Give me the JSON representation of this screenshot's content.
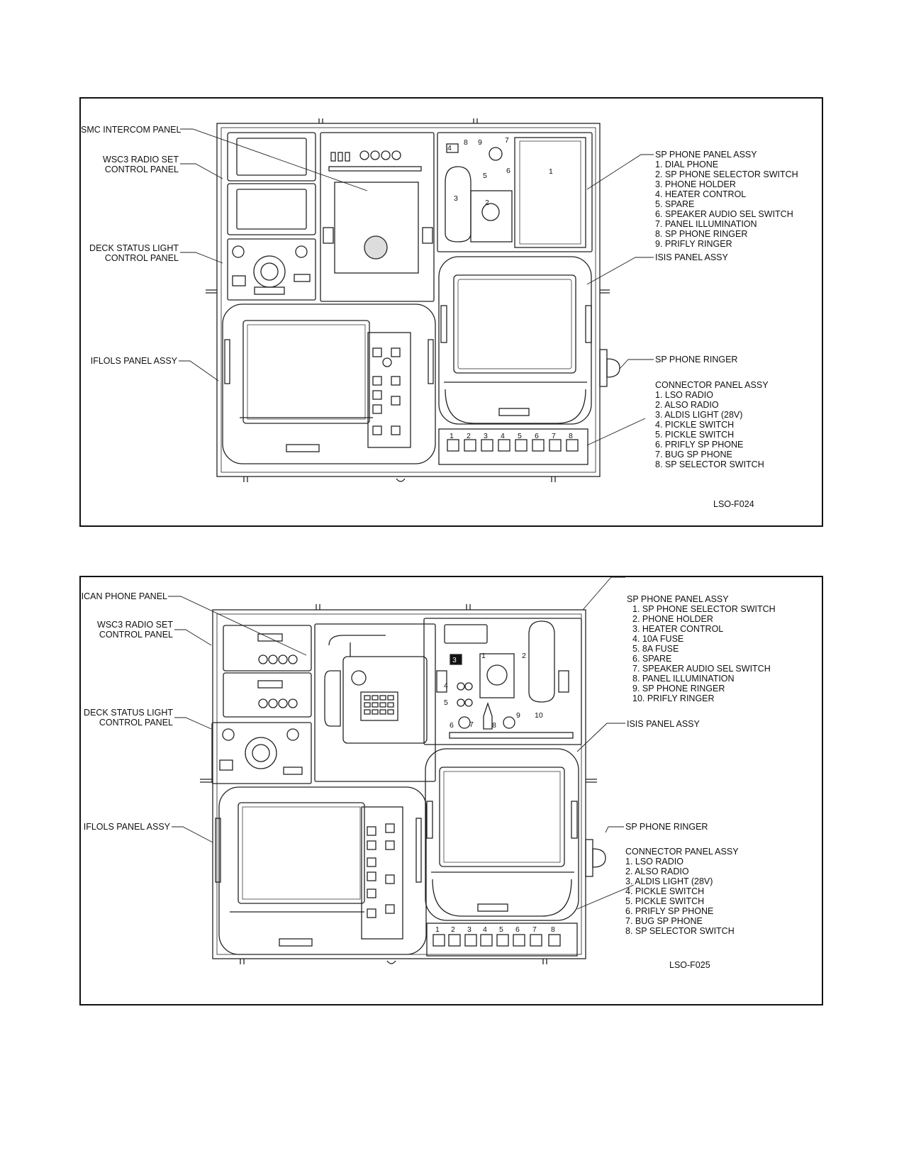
{
  "figure1": {
    "id_label": "LSO-F024",
    "labels": {
      "smc_intercom": "SMC INTERCOM PANEL",
      "wsc3_line1": "WSC3 RADIO SET",
      "wsc3_line2": "CONTROL PANEL",
      "deck_line1": "DECK STATUS LIGHT",
      "deck_line2": "CONTROL PANEL",
      "iflols": "IFLOLS PANEL ASSY",
      "isis": "ISIS PANEL ASSY",
      "sp_phone_ringer": "SP PHONE RINGER"
    },
    "sp_phone_panel": {
      "title": "SP PHONE PANEL ASSY",
      "items": [
        "1. DIAL PHONE",
        "2. SP PHONE SELECTOR SWITCH",
        "3. PHONE HOLDER",
        "4. HEATER CONTROL",
        "5. SPARE",
        "6. SPEAKER AUDIO SEL SWITCH",
        "7. PANEL ILLUMINATION",
        "8. SP PHONE RINGER",
        "9. PRIFLY RINGER"
      ]
    },
    "connector_panel": {
      "title": "CONNECTOR PANEL ASSY",
      "items": [
        "1. LSO RADIO",
        "2. ALSO RADIO",
        "3. ALDIS LIGHT (28V)",
        "4. PICKLE SWITCH",
        "5. PICKLE SWITCH",
        "6. PRIFLY SP PHONE",
        "7. BUG SP PHONE",
        "8. SP SELECTOR SWITCH"
      ]
    },
    "callouts": [
      "1",
      "2",
      "3",
      "4",
      "5",
      "6",
      "7",
      "8",
      "9"
    ],
    "connector_numbers": [
      "1",
      "2",
      "3",
      "4",
      "5",
      "6",
      "7",
      "8"
    ]
  },
  "figure2": {
    "id_label": "LSO-F025",
    "labels": {
      "ican_phone": "ICAN PHONE PANEL",
      "wsc3_line1": "WSC3 RADIO SET",
      "wsc3_line2": "CONTROL PANEL",
      "deck_line1": "DECK STATUS LIGHT",
      "deck_line2": "CONTROL PANEL",
      "iflols": "IFLOLS PANEL ASSY",
      "isis": "ISIS PANEL ASSY",
      "sp_phone_ringer": "SP PHONE RINGER"
    },
    "sp_phone_panel": {
      "title": "SP PHONE PANEL ASSY",
      "items": [
        "1.  SP PHONE SELECTOR SWITCH",
        "2.  PHONE HOLDER",
        "3.  HEATER CONTROL",
        "4.  10A FUSE",
        "5.  8A FUSE",
        "6.  SPARE",
        "7.  SPEAKER AUDIO SEL SWITCH",
        "8.  PANEL ILLUMINATION",
        "9.  SP PHONE RINGER",
        "10.  PRIFLY RINGER"
      ]
    },
    "connector_panel": {
      "title": "CONNECTOR PANEL ASSY",
      "items": [
        "1. LSO RADIO",
        "2. ALSO RADIO",
        "3. ALDIS LIGHT (28V)",
        "4. PICKLE SWITCH",
        "5. PICKLE SWITCH",
        "6. PRIFLY SP PHONE",
        "7. BUG SP PHONE",
        "8. SP SELECTOR SWITCH"
      ]
    },
    "callouts": [
      "1",
      "2",
      "3",
      "4",
      "5",
      "6",
      "7",
      "8",
      "9",
      "10"
    ],
    "connector_numbers": [
      "1",
      "2",
      "3",
      "4",
      "5",
      "6",
      "7",
      "8"
    ]
  }
}
